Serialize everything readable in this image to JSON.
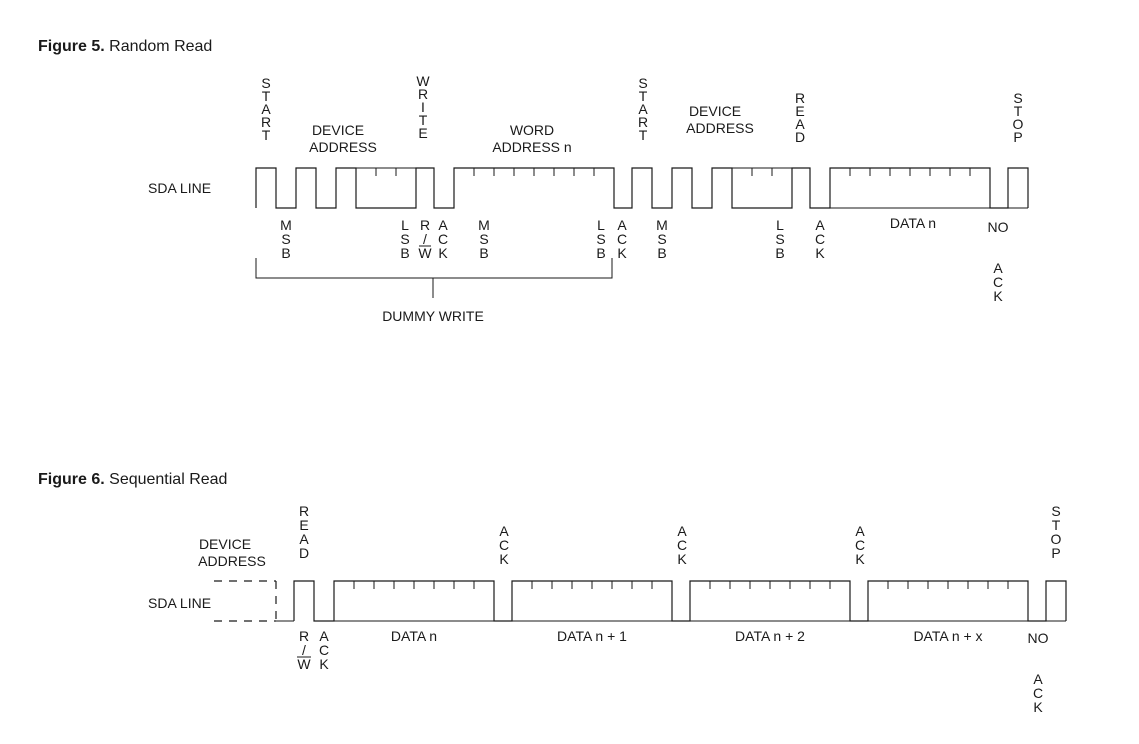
{
  "figure5": {
    "number": "Figure 5.",
    "title": "Random Read",
    "line_label": "SDA LINE",
    "labels": {
      "start": "START",
      "device_address_1": "DEVICE",
      "device_address_2": "ADDRESS",
      "write": "WRITE",
      "word_address_1": "WORD",
      "word_address_2": "ADDRESS n",
      "read": "READ",
      "stop": "STOP",
      "msb": "MSB",
      "lsb": "LSB",
      "rw_r": "R",
      "rw_slash": "/",
      "rw_w": "W",
      "ack": "ACK",
      "data": "DATA n",
      "no": "NO",
      "dummy_write": "DUMMY WRITE"
    }
  },
  "figure6": {
    "number": "Figure 6.",
    "title": "Sequential Read",
    "line_label": "SDA LINE",
    "labels": {
      "device_address_1": "DEVICE",
      "device_address_2": "ADDRESS",
      "read": "READ",
      "ack": "ACK",
      "stop": "STOP",
      "rw_r": "R",
      "rw_slash": "/",
      "rw_w": "W",
      "no": "NO",
      "data_0": "DATA n",
      "data_1": "DATA n + 1",
      "data_2": "DATA n + 2",
      "data_3": "DATA n + x"
    }
  }
}
